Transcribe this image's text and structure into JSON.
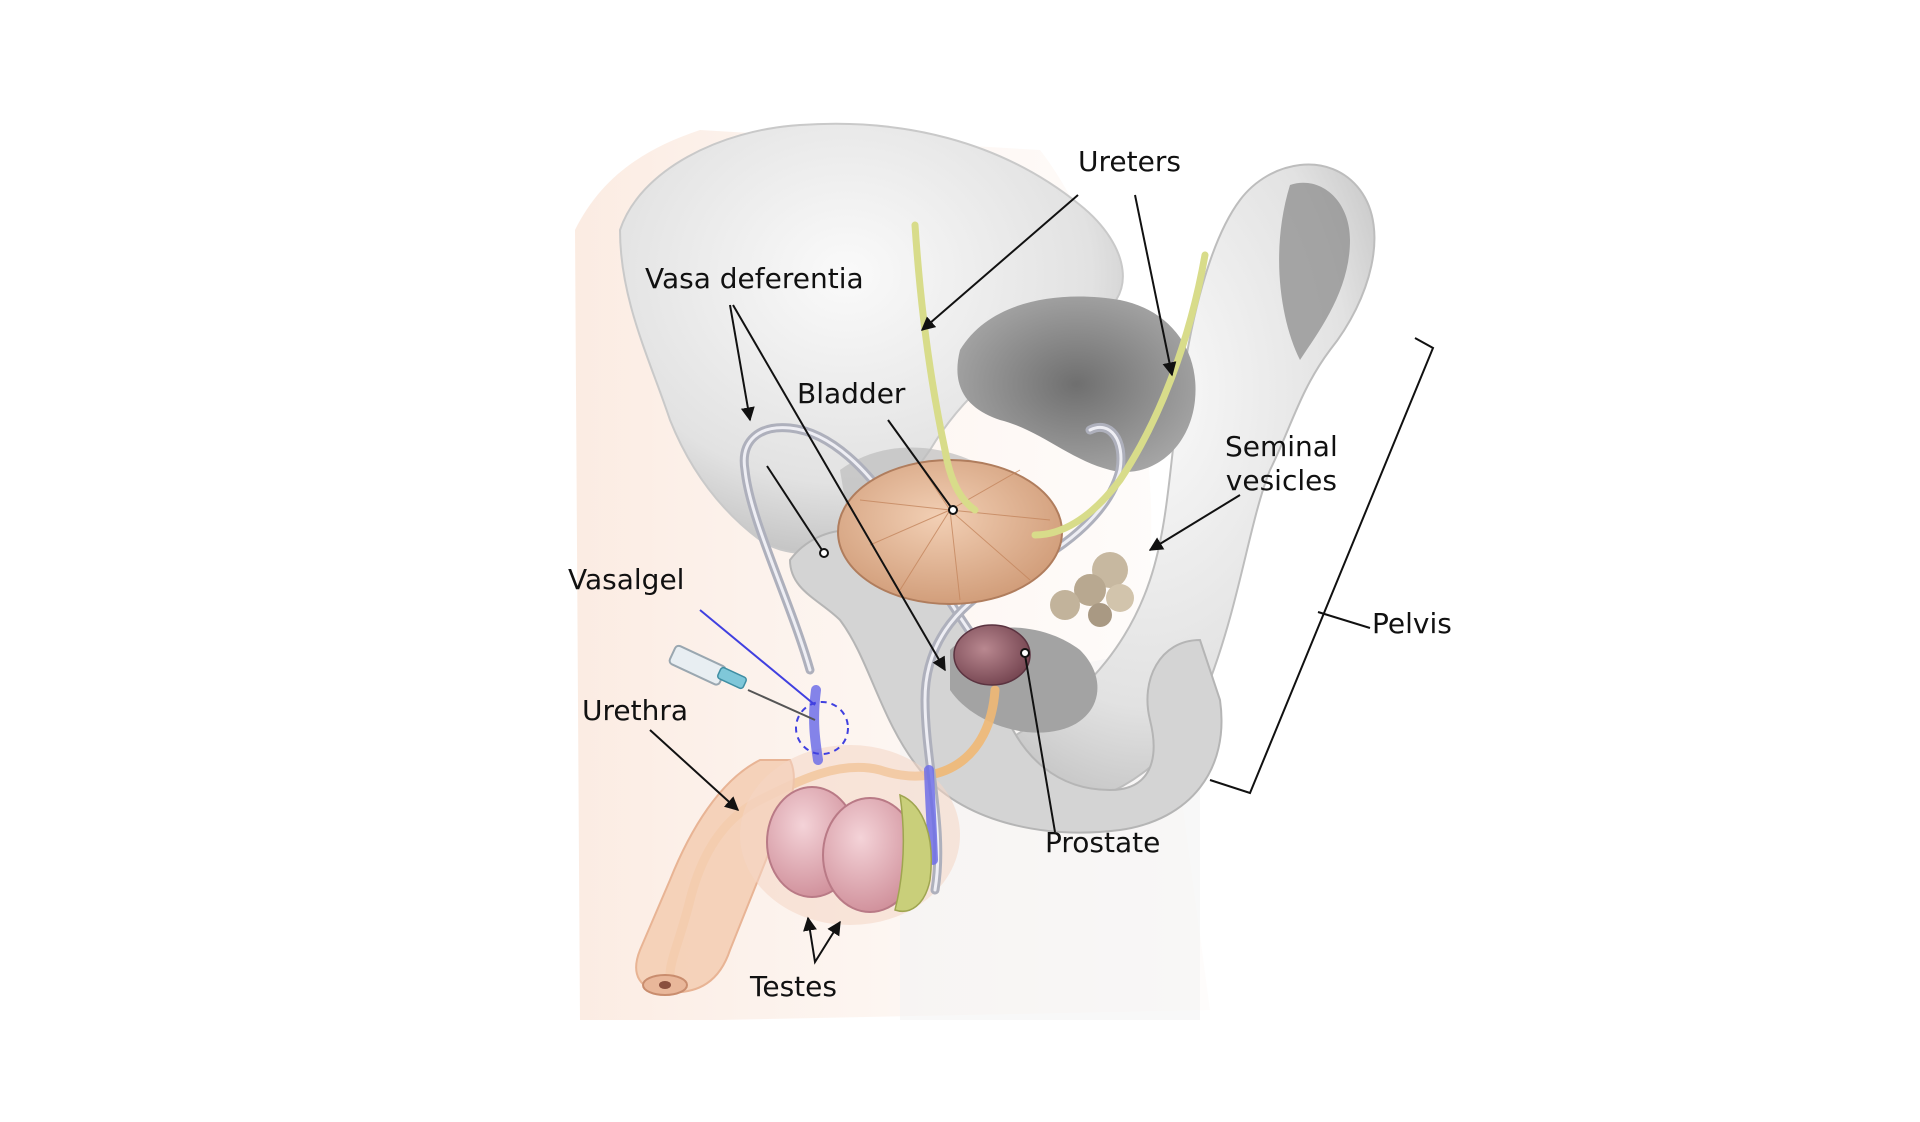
{
  "labels": {
    "ureters": "Ureters",
    "vasa_deferentia": "Vasa deferentia",
    "bladder": "Bladder",
    "seminal_vesicles_line1": "Seminal",
    "seminal_vesicles_line2": "vesicles",
    "pelvis": "Pelvis",
    "vasalgel": "Vasalgel",
    "urethra": "Urethra",
    "prostate": "Prostate",
    "testes": "Testes"
  },
  "colors": {
    "bone_light": "#f2f2f2",
    "bone_mid": "#cfcfcf",
    "bone_dark": "#8f8f8f",
    "skin": "#f7d9c4",
    "bladder": "#e3b08e",
    "prostate": "#8e5a66",
    "testis": "#e9b7bf",
    "epididymis": "#c9cf7a",
    "vas_deferens": "#c8c8d2",
    "ureter": "#d8dc8a",
    "urethra": "#f0b874",
    "vasalgel": "#4040e0",
    "leader": "#111111"
  }
}
